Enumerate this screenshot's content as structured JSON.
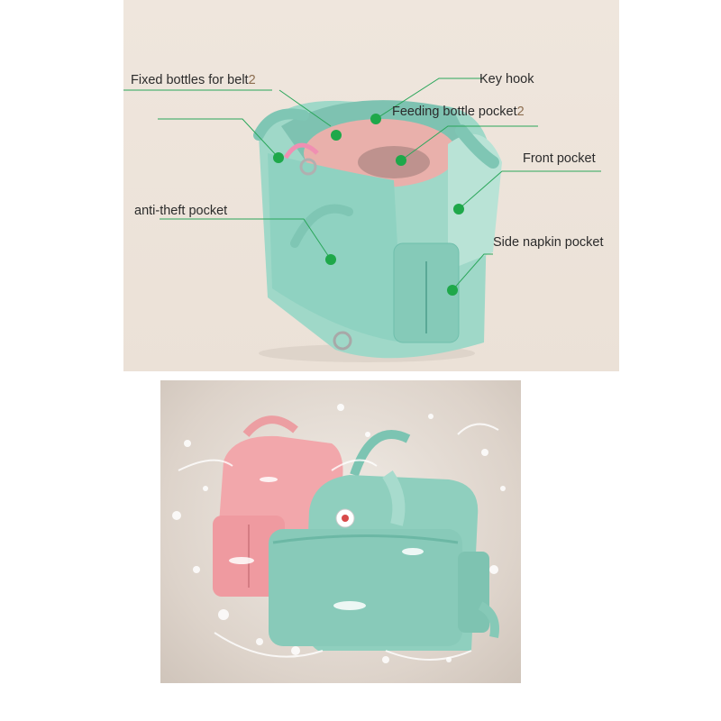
{
  "top_image": {
    "callouts": [
      {
        "id": "fixed-bottles",
        "text": "Fixed bottles for belt",
        "suffix": "2"
      },
      {
        "id": "key-hook",
        "text": "Key hook",
        "suffix": ""
      },
      {
        "id": "feeding-bottle",
        "text": "Feeding bottle pocket",
        "suffix": "2"
      },
      {
        "id": "front-pocket",
        "text": "Front pocket",
        "suffix": ""
      },
      {
        "id": "anti-theft",
        "text": "anti-theft pocket",
        "suffix": ""
      },
      {
        "id": "side-napkin",
        "text": "Side napkin pocket",
        "suffix": ""
      }
    ],
    "colors": {
      "marker": "#1ea84a",
      "bag": "#8fd2c1",
      "bag_dark": "#6fbfac",
      "lining": "#f0b9b4"
    }
  },
  "bottom_image": {
    "colors": {
      "pink_bag": "#f2a7ab",
      "mint_bag": "#8fcfbe",
      "splash": "#ffffff"
    }
  }
}
